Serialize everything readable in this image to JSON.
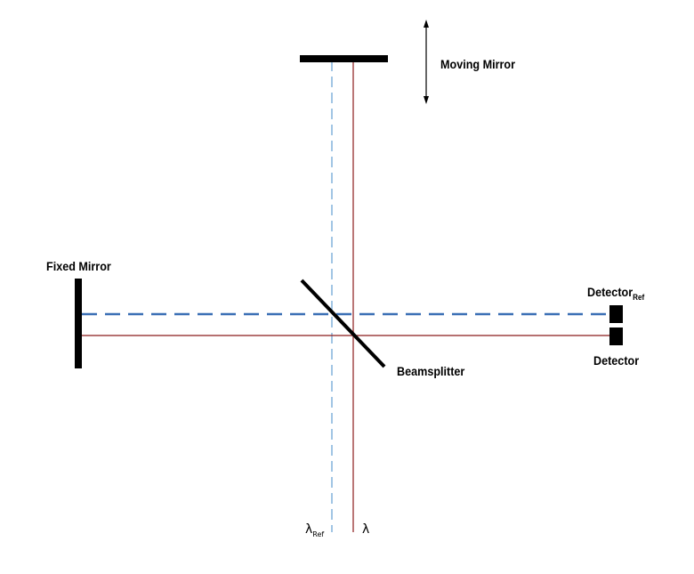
{
  "labels": {
    "moving_mirror": "Moving Mirror",
    "fixed_mirror": "Fixed Mirror",
    "beamsplitter": "Beamsplitter",
    "detector_ref_main": "Detector",
    "detector_ref_sub": "Ref",
    "detector": "Detector",
    "lambda_ref_main": "λ",
    "lambda_ref_sub": "Ref",
    "lambda": "λ"
  },
  "colors": {
    "reference_beam": "#3a6fb5",
    "signal_beam": "#8b1a1a",
    "component": "#000000"
  }
}
